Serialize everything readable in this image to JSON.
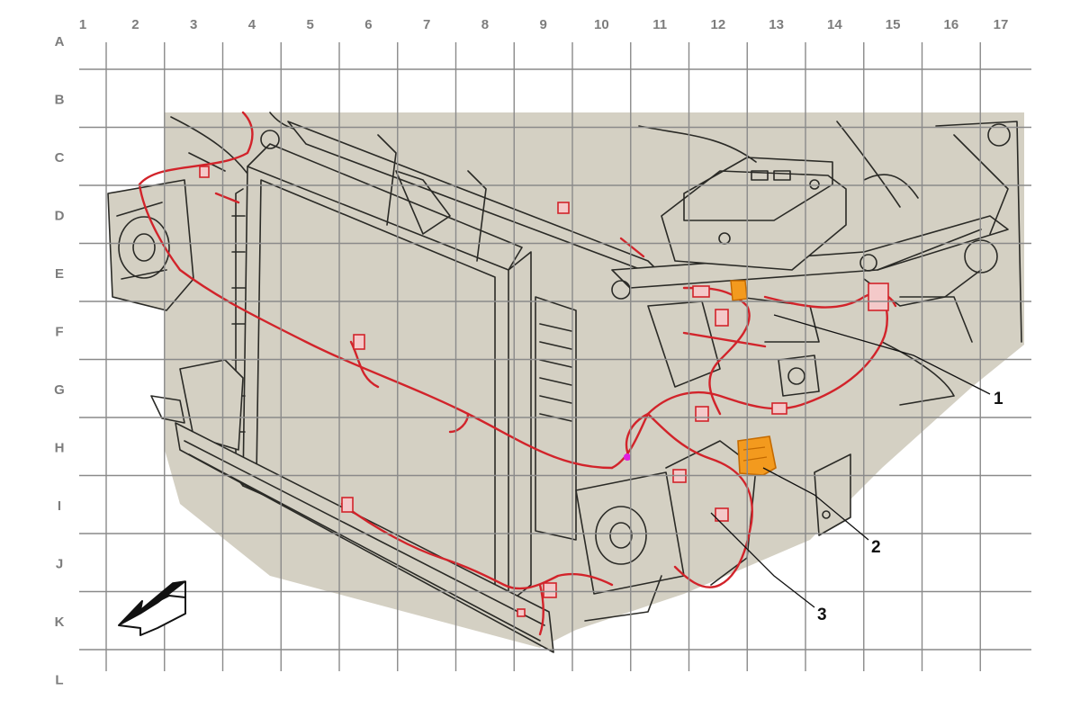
{
  "grid": {
    "columns": [
      "1",
      "2",
      "3",
      "4",
      "5",
      "6",
      "7",
      "8",
      "9",
      "10",
      "11",
      "12",
      "13",
      "14",
      "15",
      "16",
      "17"
    ],
    "rows": [
      "A",
      "B",
      "C",
      "D",
      "E",
      "F",
      "G",
      "H",
      "I",
      "J",
      "K",
      "L"
    ]
  },
  "callouts": [
    {
      "id": "callout-1",
      "label": "1"
    },
    {
      "id": "callout-2",
      "label": "2"
    },
    {
      "id": "callout-3",
      "label": "3"
    }
  ],
  "colors": {
    "background_panel": "#d4d0c3",
    "harness": "#d2232a",
    "highlight_component": "#f39a1e",
    "marker_dot": "#e020e0",
    "grid": "#8a8a8a",
    "outline": "#2a2a26"
  },
  "icons": {
    "direction_arrow": "front-direction-arrow-icon"
  }
}
